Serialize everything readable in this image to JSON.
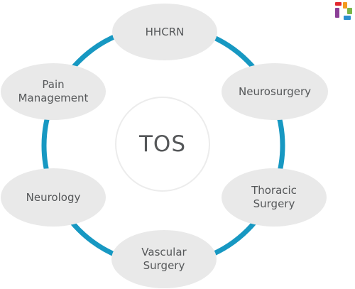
{
  "diagram": {
    "center_label": "TOS",
    "nodes": [
      {
        "label": "HHCRN"
      },
      {
        "label": "Neurosurgery"
      },
      {
        "label": "Thoracic\nSurgery"
      },
      {
        "label": "Vascular\nSurgery"
      },
      {
        "label": "Neurology"
      },
      {
        "label": "Pain\nManagement"
      }
    ],
    "colors": {
      "ring": "#1798c2",
      "node_fill": "#e9e9e9",
      "text": "#555759",
      "logo": [
        "#e2282f",
        "#f39a1f",
        "#7ab648",
        "#2a8fcf",
        "#8b3f97"
      ]
    },
    "logo_icon": "multicolor-puzzle-logo"
  }
}
